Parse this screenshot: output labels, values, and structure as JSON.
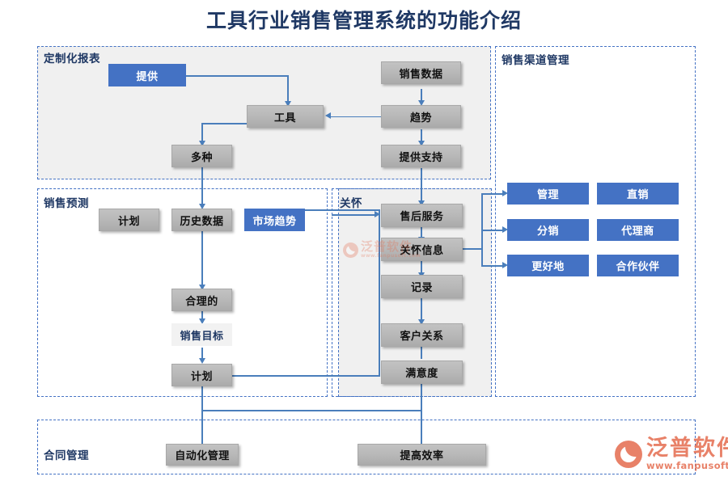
{
  "title": "工具行业销售管理系统的功能介绍",
  "groups": [
    {
      "key": "custom_reports",
      "label": "定制化报表"
    },
    {
      "key": "sales_forecast",
      "label": "销售预测"
    },
    {
      "key": "care",
      "label": "关怀"
    },
    {
      "key": "channel_mgmt",
      "label": "销售渠道管理"
    },
    {
      "key": "contract_mgmt",
      "label": "合同管理"
    }
  ],
  "nodes": {
    "provide": {
      "label": "提供",
      "style": "blue"
    },
    "tool": {
      "label": "工具",
      "style": "gray"
    },
    "sales_data": {
      "label": "销售数据",
      "style": "gray"
    },
    "trend": {
      "label": "趋势",
      "style": "gray"
    },
    "provide_support": {
      "label": "提供支持",
      "style": "gray"
    },
    "multiple": {
      "label": "多种",
      "style": "gray"
    },
    "plan_top": {
      "label": "计划",
      "style": "gray"
    },
    "history_data": {
      "label": "历史数据",
      "style": "gray"
    },
    "market_trend": {
      "label": "市场趋势",
      "style": "blue"
    },
    "reasonable": {
      "label": "合理的",
      "style": "gray"
    },
    "sales_target": {
      "label": "销售目标",
      "style": "pale"
    },
    "plan_bottom": {
      "label": "计划",
      "style": "gray"
    },
    "after_sales": {
      "label": "售后服务",
      "style": "gray"
    },
    "care_info": {
      "label": "关怀信息",
      "style": "gray"
    },
    "record": {
      "label": "记录",
      "style": "gray"
    },
    "customer_rel": {
      "label": "客户关系",
      "style": "gray"
    },
    "satisfaction": {
      "label": "满意度",
      "style": "gray"
    },
    "manage": {
      "label": "管理",
      "style": "blue"
    },
    "direct_sales": {
      "label": "直销",
      "style": "blue"
    },
    "distribution": {
      "label": "分销",
      "style": "blue"
    },
    "agent": {
      "label": "代理商",
      "style": "blue"
    },
    "better": {
      "label": "更好地",
      "style": "blue"
    },
    "partner": {
      "label": "合作伙伴",
      "style": "blue"
    },
    "auto_manage": {
      "label": "自动化管理",
      "style": "gray"
    },
    "improve_eff": {
      "label": "提高效率",
      "style": "gray"
    }
  },
  "watermark": {
    "name": "泛普软件",
    "url": "www.fanpusoft.com"
  },
  "colors": {
    "title": "#1f3864",
    "accent_blue": "#4472c4",
    "connector": "#4a7ebb",
    "node_gray": "#b9b9b9",
    "group_fill": "#f0f0f0",
    "watermark": "#e46c4e"
  }
}
